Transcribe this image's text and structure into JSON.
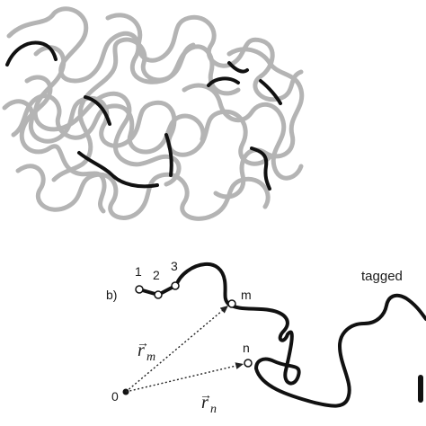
{
  "panel_b": {
    "label": "b)",
    "monomer_labels": [
      "1",
      "2",
      "3"
    ],
    "point_m": "m",
    "point_n": "n",
    "origin": "0",
    "vector_m_symbol": "r",
    "vector_m_subscript": "m",
    "vector_n_symbol": "r",
    "vector_n_subscript": "n",
    "tagged_label": "tagged"
  },
  "colors": {
    "background_chain": "#b4b4b4",
    "tagged_chain": "#111111",
    "arrow": "#222222"
  }
}
